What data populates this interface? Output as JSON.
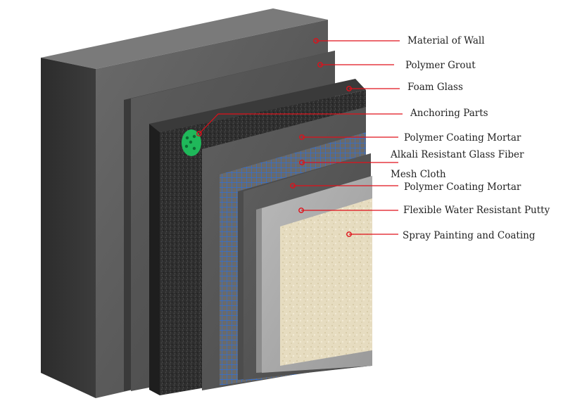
{
  "diagram": {
    "labels": [
      {
        "id": "material-of-wall",
        "text": "Material of Wall"
      },
      {
        "id": "polymer-grout",
        "text": "Polymer Grout"
      },
      {
        "id": "foam-glass",
        "text": "Foam Glass"
      },
      {
        "id": "anchoring-parts",
        "text": "Anchoring Parts"
      },
      {
        "id": "polymer-coating-mortar-1",
        "text": "Polymer Coating Mortar"
      },
      {
        "id": "glass-fiber-line1",
        "text": "Alkali Resistant Glass Fiber"
      },
      {
        "id": "glass-fiber-line2",
        "text": "Mesh Cloth"
      },
      {
        "id": "polymer-coating-mortar-2",
        "text": "Polymer Coating Mortar"
      },
      {
        "id": "flexible-putty",
        "text": "Flexible Water Resistant Putty"
      },
      {
        "id": "spray-painting",
        "text": "Spray Painting and Coating"
      }
    ]
  },
  "colors": {
    "leader_line": "#e0101a",
    "mesh": "#2f6fd6",
    "anchor": "#1fb85a",
    "finish": "#e6dcc0"
  }
}
